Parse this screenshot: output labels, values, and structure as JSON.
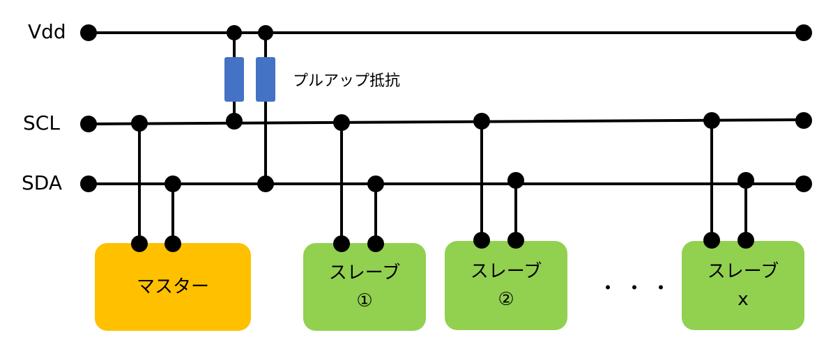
{
  "buses": {
    "vdd": "Vdd",
    "scl": "SCL",
    "sda": "SDA"
  },
  "pullup_label": "プルアップ抵抗",
  "master": {
    "label": "マスター"
  },
  "slaves": [
    {
      "label": "スレーブ",
      "id": "①"
    },
    {
      "label": "スレーブ",
      "id": "②"
    },
    {
      "label": "スレーブ",
      "id": "x"
    }
  ],
  "ellipsis": "・・・",
  "colors": {
    "wire": "#000000",
    "resistor": "#4472C4",
    "master": "#FFC000",
    "slave": "#92D050"
  }
}
